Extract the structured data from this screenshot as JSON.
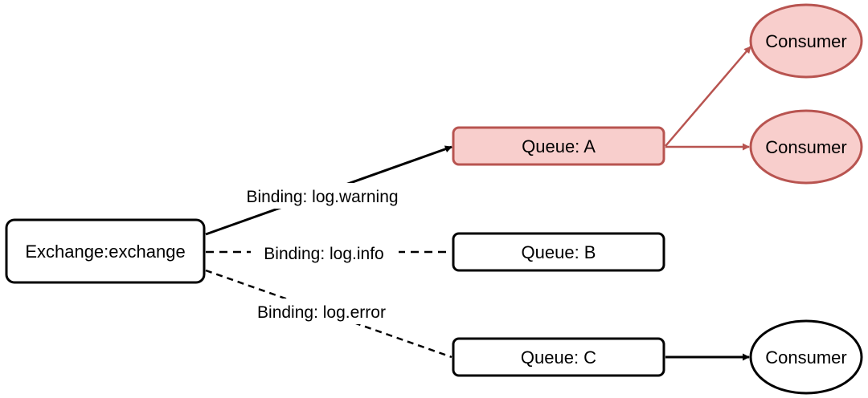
{
  "colors": {
    "default_stroke": "#000000",
    "default_fill": "#ffffff",
    "highlight_stroke": "#b85450",
    "highlight_fill": "#f8cecc"
  },
  "nodes": {
    "exchange": {
      "label": "Exchange:exchange"
    },
    "queue_a": {
      "label": "Queue: A"
    },
    "queue_b": {
      "label": "Queue: B"
    },
    "queue_c": {
      "label": "Queue: C"
    },
    "consumer_a1": {
      "label": "Consumer"
    },
    "consumer_a2": {
      "label": "Consumer"
    },
    "consumer_c": {
      "label": "Consumer"
    }
  },
  "edges": {
    "exchange_to_a": {
      "label": "Binding: log.warning"
    },
    "exchange_to_b": {
      "label": "Binding: log.info"
    },
    "exchange_to_c": {
      "label": "Binding: log.error"
    }
  }
}
